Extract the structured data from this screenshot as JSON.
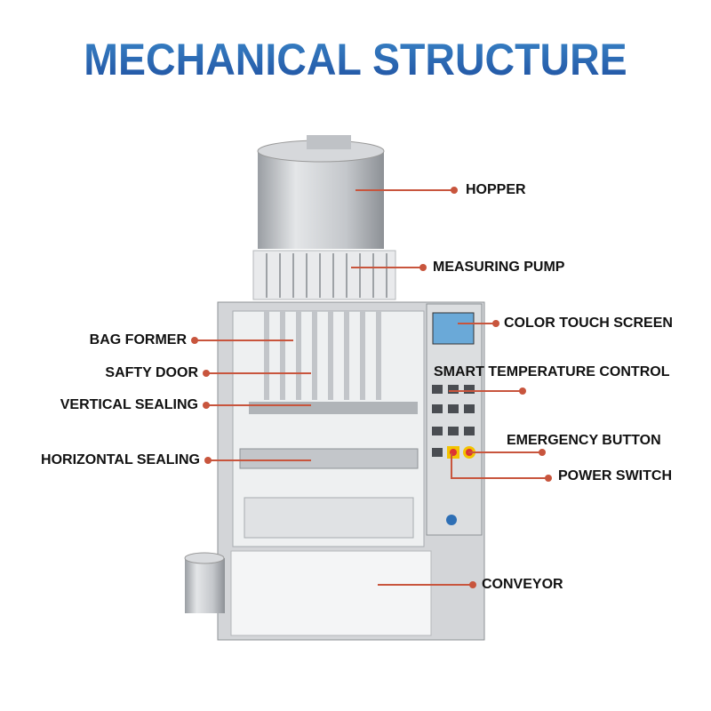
{
  "title": "MECHANICAL STRUCTURE",
  "colors": {
    "title": "#2a66b5",
    "callout": "#c8553d"
  },
  "labels": {
    "hopper": "HOPPER",
    "measuring_pump": "MEASURING PUMP",
    "color_touch_screen": "COLOR TOUCH SCREEN",
    "smart_temperature_control": "SMART TEMPERATURE CONTROL",
    "emergency_button": "EMERGENCY BUTTON",
    "power_switch": "POWER SWITCH",
    "bag_former": "BAG FORMER",
    "safty_door": "SAFTY DOOR",
    "vertical_sealing": "VERTICAL SEALING",
    "horizontal_sealing": "HORIZONTAL SEALING",
    "conveyor": "CONVEYOR"
  }
}
